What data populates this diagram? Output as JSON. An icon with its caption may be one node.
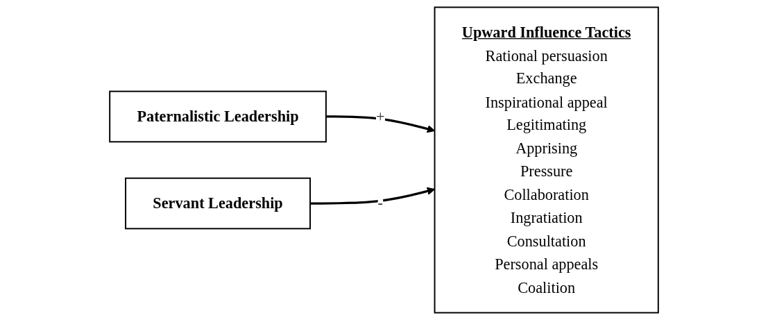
{
  "diagram": {
    "nodes": [
      {
        "text": [
          "Paternalistic Leadership"
        ]
      },
      {
        "text": [
          "Upward Influence Tactics",
          "Rational persuasion",
          "Exchange",
          "Inspirational appeal",
          "Legitimating",
          "Apprising",
          "Pressure",
          "Collaboration",
          "Ingratiation",
          "Consultation",
          "Personal appeals",
          "Coalition"
        ]
      },
      {
        "text": [
          "Servant Leadership"
        ]
      }
    ],
    "edges": [
      {
        "from": 0,
        "to": 1,
        "arrow": "to",
        "label": "+"
      },
      {
        "from": 2,
        "to": 1,
        "arrow": "to",
        "label": "-"
      }
    ]
  }
}
